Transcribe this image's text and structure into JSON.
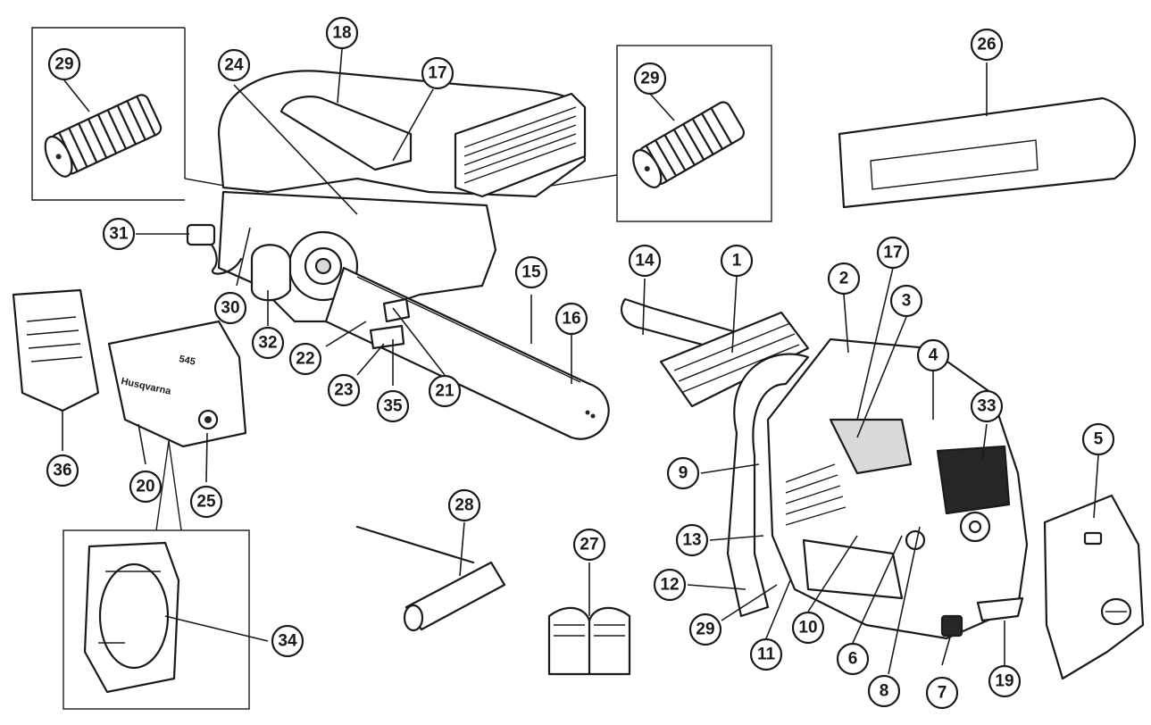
{
  "callouts": [
    {
      "id": "c1",
      "label": "1"
    },
    {
      "id": "c2",
      "label": "2"
    },
    {
      "id": "c3",
      "label": "3"
    },
    {
      "id": "c4",
      "label": "4"
    },
    {
      "id": "c5",
      "label": "5"
    },
    {
      "id": "c6",
      "label": "6"
    },
    {
      "id": "c7",
      "label": "7"
    },
    {
      "id": "c8",
      "label": "8"
    },
    {
      "id": "c9",
      "label": "9"
    },
    {
      "id": "c10",
      "label": "10"
    },
    {
      "id": "c11",
      "label": "11"
    },
    {
      "id": "c12",
      "label": "12"
    },
    {
      "id": "c13",
      "label": "13"
    },
    {
      "id": "c14",
      "label": "14"
    },
    {
      "id": "c15",
      "label": "15"
    },
    {
      "id": "c16",
      "label": "16"
    },
    {
      "id": "c17a",
      "label": "17"
    },
    {
      "id": "c17b",
      "label": "17"
    },
    {
      "id": "c18",
      "label": "18"
    },
    {
      "id": "c19",
      "label": "19"
    },
    {
      "id": "c20",
      "label": "20"
    },
    {
      "id": "c21",
      "label": "21"
    },
    {
      "id": "c22",
      "label": "22"
    },
    {
      "id": "c23",
      "label": "23"
    },
    {
      "id": "c24",
      "label": "24"
    },
    {
      "id": "c25",
      "label": "25"
    },
    {
      "id": "c26",
      "label": "26"
    },
    {
      "id": "c27",
      "label": "27"
    },
    {
      "id": "c28",
      "label": "28"
    },
    {
      "id": "c29a",
      "label": "29"
    },
    {
      "id": "c29b",
      "label": "29"
    },
    {
      "id": "c29c",
      "label": "29"
    },
    {
      "id": "c30",
      "label": "30"
    },
    {
      "id": "c31",
      "label": "31"
    },
    {
      "id": "c32",
      "label": "32"
    },
    {
      "id": "c33",
      "label": "33"
    },
    {
      "id": "c34",
      "label": "34"
    },
    {
      "id": "c35",
      "label": "35"
    },
    {
      "id": "c36",
      "label": "36"
    }
  ],
  "brand_marks": {
    "chain_cover_logo": "Husqvarna",
    "chain_cover_model": "545"
  },
  "colors": {
    "line": "#1a1a1a",
    "background": "#ffffff",
    "shade": "#d9d9d9"
  }
}
